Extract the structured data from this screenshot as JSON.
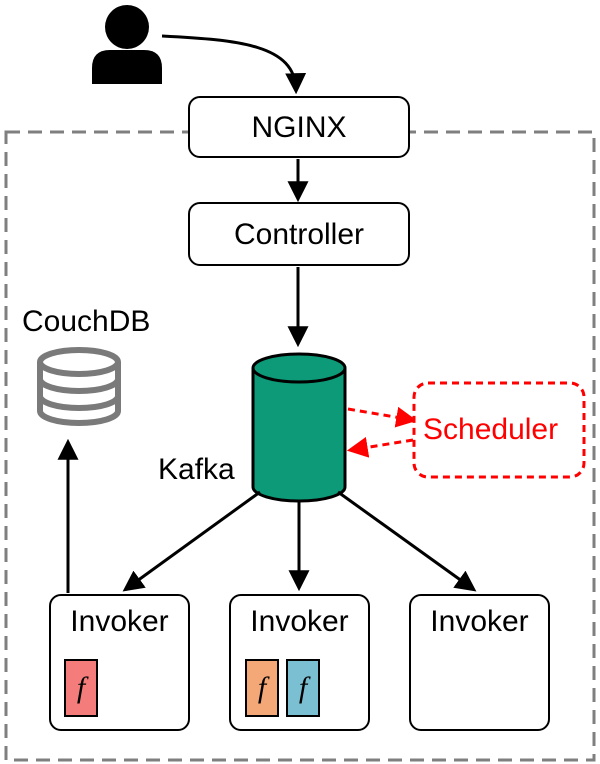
{
  "nodes": {
    "nginx": {
      "label": "NGINX"
    },
    "controller": {
      "label": "Controller"
    },
    "couchdb": {
      "label": "CouchDB",
      "icon": "database-icon"
    },
    "kafka": {
      "label": "Kafka",
      "color": "#0d9a78"
    },
    "scheduler": {
      "label": "Scheduler",
      "color": "#ff0000"
    },
    "user": {
      "icon": "user-icon"
    }
  },
  "invokers": [
    {
      "label": "Invoker",
      "functions": [
        {
          "symbol": "f",
          "color": "#f47d7b"
        }
      ]
    },
    {
      "label": "Invoker",
      "functions": [
        {
          "symbol": "f",
          "color": "#f4a777"
        },
        {
          "symbol": "f",
          "color": "#7bbfd3"
        }
      ]
    },
    {
      "label": "Invoker",
      "functions": []
    }
  ],
  "colors": {
    "boundary": "#7f7f7f",
    "scheduler": "#ff0000"
  }
}
